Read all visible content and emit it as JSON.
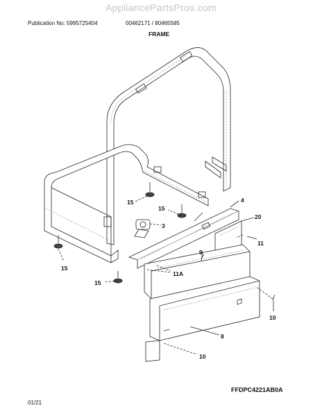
{
  "header": {
    "watermark": "AppliancePartsPros.com",
    "publication_no": "Publication No: 5995725404",
    "model_numbers": "00462171 / 80465585",
    "section_title": "FRAME"
  },
  "diagram": {
    "callouts": [
      "15",
      "15",
      "15",
      "15",
      "3",
      "4",
      "20",
      "11",
      "9",
      "11A",
      "10",
      "8",
      "10"
    ]
  },
  "footer": {
    "model_code": "FFDPC4221AB0A",
    "page": "01/21"
  }
}
